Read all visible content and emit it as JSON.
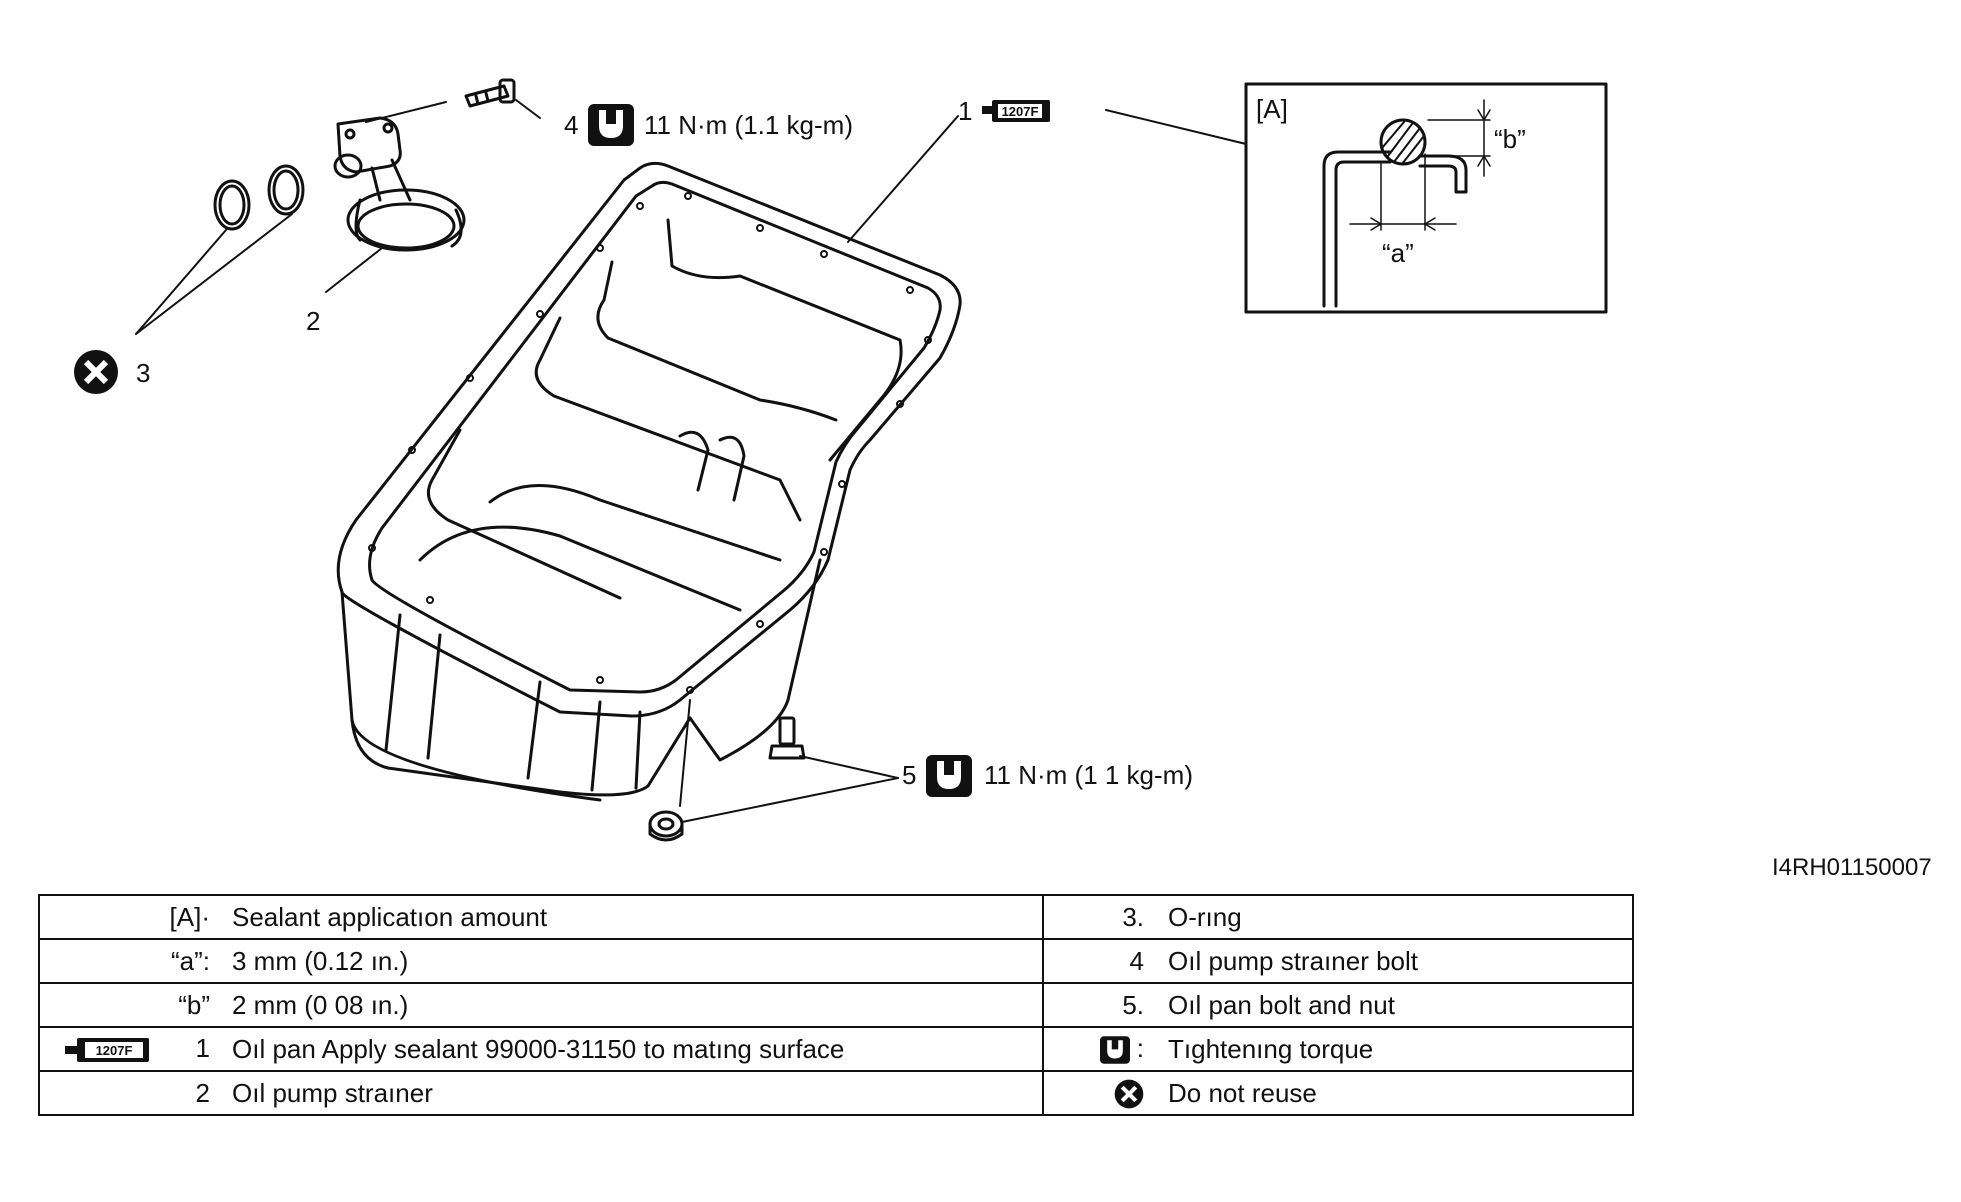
{
  "callouts": {
    "c1": "1",
    "c2": "2",
    "c3": "3",
    "c4": "4",
    "c5": "5",
    "sealant_code": "1207F",
    "torque_4": "11 N·m (1.1 kg-m)",
    "torque_5": "11 N·m (1 1 kg-m)"
  },
  "detail": {
    "label": "[A]",
    "a": "“a”",
    "b": "“b”"
  },
  "ref_id": "I4RH01150007",
  "legend": {
    "rows": [
      {
        "key": "[A]·",
        "desc": "Sealant applicatıon amount",
        "key2": "3.",
        "desc2": "O-rıng"
      },
      {
        "key": "“a”:",
        "desc": "3 mm (0.12 ın.)",
        "key2": "4",
        "desc2": "Oıl pump straıner bolt"
      },
      {
        "key": "“b”",
        "desc": "2 mm (0 08 ın.)",
        "key2": "5.",
        "desc2": "Oıl pan bolt and nut"
      },
      {
        "key": "1",
        "desc": "Oıl pan  Apply sealant 99000-31150 to matıng surface",
        "key2": ":",
        "desc2": "Tıghtenıng torque"
      },
      {
        "key": "2",
        "desc": "Oıl pump straıner",
        "key2": "",
        "desc2": "Do not reuse"
      }
    ]
  },
  "icons": {
    "torque": "torque-wrench-icon",
    "sealant": "sealant-tube-icon",
    "no_reuse": "do-not-reuse-icon"
  }
}
